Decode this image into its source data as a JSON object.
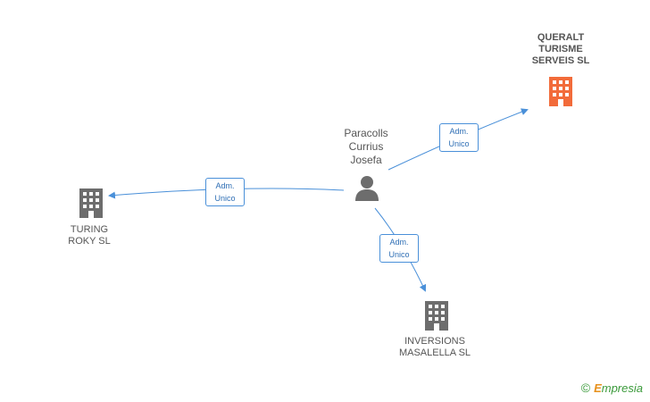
{
  "center_person": {
    "lines": [
      "Paracolls",
      "Currius",
      "Josefa"
    ],
    "icon": "person-icon"
  },
  "companies": [
    {
      "id": "queralt",
      "lines": [
        "QUERALT",
        "TURISME",
        "SERVEIS SL"
      ],
      "icon": "building-icon",
      "color": "#f26b3a",
      "highlight": true
    },
    {
      "id": "turing",
      "lines": [
        "TURING",
        "ROKY SL"
      ],
      "icon": "building-icon",
      "color": "#6d6d6d",
      "highlight": false
    },
    {
      "id": "inversions",
      "lines": [
        "INVERSIONS",
        "MASALELLA SL"
      ],
      "icon": "building-icon",
      "color": "#6d6d6d",
      "highlight": false
    }
  ],
  "edges": [
    {
      "to": "queralt",
      "label_lines": [
        "Adm.",
        "Unico"
      ]
    },
    {
      "to": "turing",
      "label_lines": [
        "Adm.",
        "Unico"
      ]
    },
    {
      "to": "inversions",
      "label_lines": [
        "Adm.",
        "Unico"
      ]
    }
  ],
  "colors": {
    "edge": "#4a90d9",
    "edge_text": "#2f6fb5"
  },
  "branding": {
    "copyright": "©",
    "e": "E",
    "rest": "mpresia"
  }
}
